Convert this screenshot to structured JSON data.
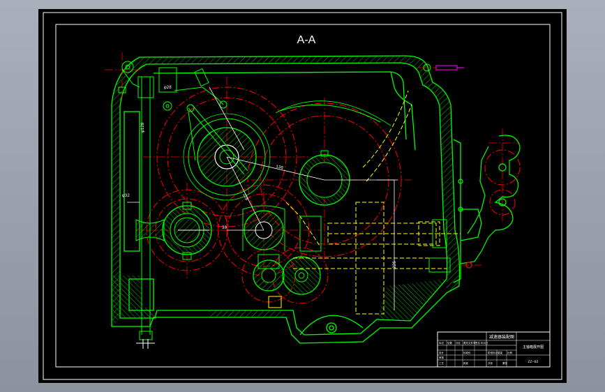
{
  "section_label": "A-A",
  "colors": {
    "background": "#000000",
    "frame": "#ffffff",
    "outline": "#00ff00",
    "centerline": "#ff0000",
    "hidden": "#ffff00",
    "hatch": "#00cc00",
    "dimension": "#ffffff",
    "accent": "#ff00ff"
  },
  "title_block": {
    "drawing_title": "减速器装配图",
    "part_name": "主轴箱展开图",
    "row1_cells": [
      "标记",
      "处数",
      "分区",
      "更改文件号",
      "签名",
      "年月日"
    ],
    "row2_cells": [
      "设计",
      "",
      "标准化",
      ""
    ],
    "row3_cells": [
      "审核",
      "",
      "",
      ""
    ],
    "row4_cells": [
      "工艺",
      "",
      "批准",
      ""
    ],
    "stage_labels": [
      "阶段标记",
      "重量",
      "比例"
    ],
    "sheet_labels": [
      "共张",
      "第张"
    ],
    "drawing_number": "ZZ-02"
  },
  "dimension_labels": {
    "d1": "φ32",
    "d2": "138",
    "d3": "125",
    "d4": "30",
    "d5": "φ120",
    "d6": "225",
    "d7": "φ28"
  }
}
